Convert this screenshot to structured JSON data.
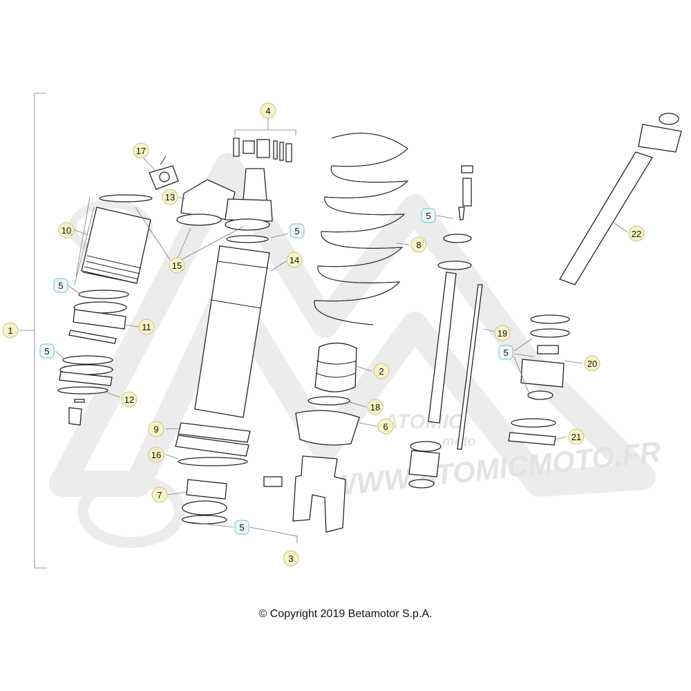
{
  "watermark": {
    "text": "WWW.ATOMICMOTO.FR",
    "logo_line1": "ATOMIC",
    "logo_line2": "moto",
    "color": "#e3e3e3"
  },
  "callouts": [
    {
      "id": "c1",
      "label": "1",
      "style": "yellow"
    },
    {
      "id": "c2",
      "label": "2",
      "style": "yellow"
    },
    {
      "id": "c3",
      "label": "3",
      "style": "yellow"
    },
    {
      "id": "c4",
      "label": "4",
      "style": "yellow"
    },
    {
      "id": "c5a",
      "label": "5",
      "style": "blue"
    },
    {
      "id": "c5b",
      "label": "5",
      "style": "blue"
    },
    {
      "id": "c5c",
      "label": "5",
      "style": "blue"
    },
    {
      "id": "c5d",
      "label": "5",
      "style": "blue"
    },
    {
      "id": "c5e",
      "label": "5",
      "style": "blue"
    },
    {
      "id": "c5f",
      "label": "5",
      "style": "blue"
    },
    {
      "id": "c6",
      "label": "6",
      "style": "yellow"
    },
    {
      "id": "c7",
      "label": "7",
      "style": "yellow"
    },
    {
      "id": "c8",
      "label": "8",
      "style": "yellow"
    },
    {
      "id": "c9",
      "label": "9",
      "style": "yellow"
    },
    {
      "id": "c10",
      "label": "10",
      "style": "yellow"
    },
    {
      "id": "c11",
      "label": "11",
      "style": "yellow"
    },
    {
      "id": "c12",
      "label": "12",
      "style": "yellow"
    },
    {
      "id": "c13",
      "label": "13",
      "style": "yellow"
    },
    {
      "id": "c14",
      "label": "14",
      "style": "yellow"
    },
    {
      "id": "c15",
      "label": "15",
      "style": "yellow"
    },
    {
      "id": "c16",
      "label": "16",
      "style": "yellow"
    },
    {
      "id": "c17",
      "label": "17",
      "style": "yellow"
    },
    {
      "id": "c18",
      "label": "18",
      "style": "yellow"
    },
    {
      "id": "c19",
      "label": "19",
      "style": "yellow"
    },
    {
      "id": "c20",
      "label": "20",
      "style": "yellow"
    },
    {
      "id": "c21",
      "label": "21",
      "style": "yellow"
    },
    {
      "id": "c22",
      "label": "22",
      "style": "yellow"
    }
  ],
  "colors": {
    "yellow_fill": "#f7f3c6",
    "yellow_stroke": "#c9c28a",
    "blue_fill": "#f0f6f8",
    "blue_stroke": "#7cc9dc"
  },
  "copyright": "© Copyright 2019 Betamotor S.p.A."
}
